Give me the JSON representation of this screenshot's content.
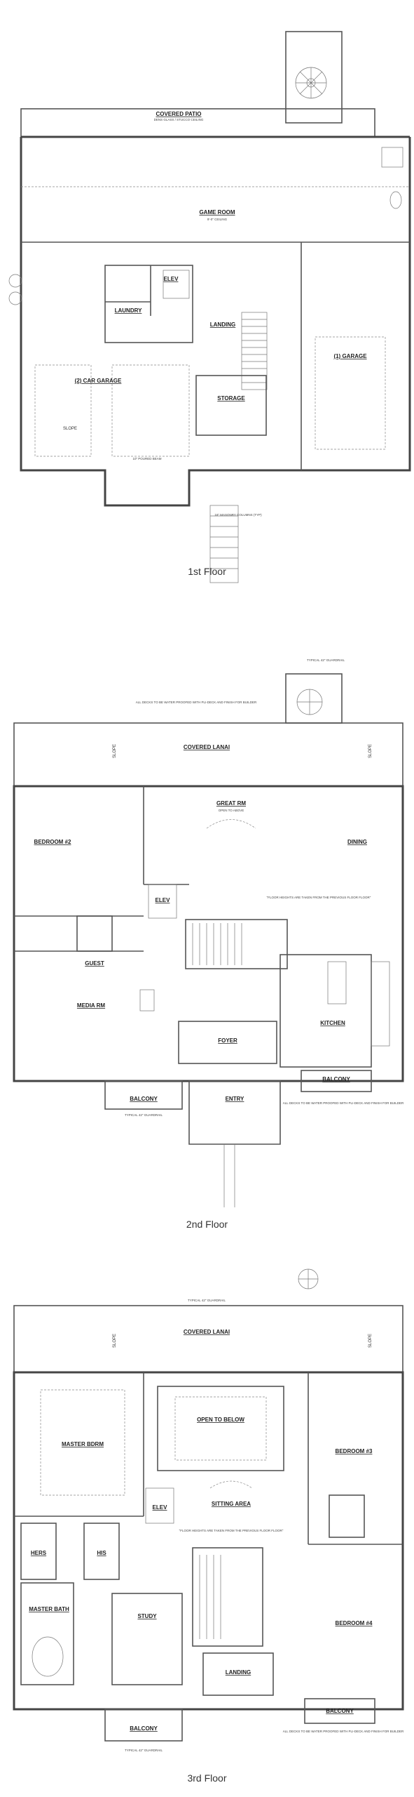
{
  "floors": [
    {
      "title": "1st Floor",
      "rooms": {
        "patio": "COVERED PATIO",
        "game": "GAME ROOM",
        "elev": "ELEV",
        "laundry": "LAUNDRY",
        "landing": "LANDING",
        "garage1": "(1) GARAGE",
        "garage2": "(2) CAR GARAGE",
        "storage": "STORAGE"
      },
      "notes": {
        "patio_sub": "DENS GLASS / STUCCO CEILING",
        "game_sub": "9'-0\" CEILING",
        "slope": "SLOPE",
        "beam": "10\" POURED BEAM",
        "columns": "16\" MASONRY COLUMNS (TYP)"
      }
    },
    {
      "title": "2nd Floor",
      "rooms": {
        "lanai": "COVERED LANAI",
        "great": "GREAT RM",
        "bed2": "BEDROOM #2",
        "dining": "DINING",
        "elev": "ELEV",
        "guest": "GUEST",
        "media": "MEDIA RM",
        "kitchen": "KITCHEN",
        "foyer": "FOYER",
        "entry": "ENTRY",
        "balcony": "BALCONY"
      },
      "notes": {
        "decks": "ALL DECKS TO BE WATER PROOFED WITH PLI-DECK AND FINISH FOR BUILDER",
        "guardrail": "TYPICAL 42\" GUARDRAIL",
        "floor_heights": "\"FLOOR HEIGHTS ARE TAKEN FROM THE PREVIOUS FLOOR FLOOR\"",
        "open_above": "OPEN TO ABOVE",
        "slope": "SLOPE"
      }
    },
    {
      "title": "3rd Floor",
      "rooms": {
        "lanai": "COVERED LANAI",
        "master": "MASTER BDRM",
        "open_below": "OPEN TO BELOW",
        "bed3": "BEDROOM #3",
        "elev": "ELEV",
        "sitting": "SITTING AREA",
        "hers": "HERS",
        "his": "HIS",
        "mbath": "MASTER BATH",
        "study": "STUDY",
        "landing": "LANDING",
        "bed4": "BEDROOM #4",
        "balcony": "BALCONY"
      },
      "notes": {
        "guardrail": "TYPICAL 42\" GUARDRAIL",
        "floor_heights": "\"FLOOR HEIGHTS ARE TAKEN FROM THE PREVIOUS FLOOR FLOOR\"",
        "decks": "ALL DECKS TO BE WATER PROOFED WITH PLI-DECK AND FINISH FOR BUILDER",
        "slope": "SLOPE"
      }
    }
  ]
}
